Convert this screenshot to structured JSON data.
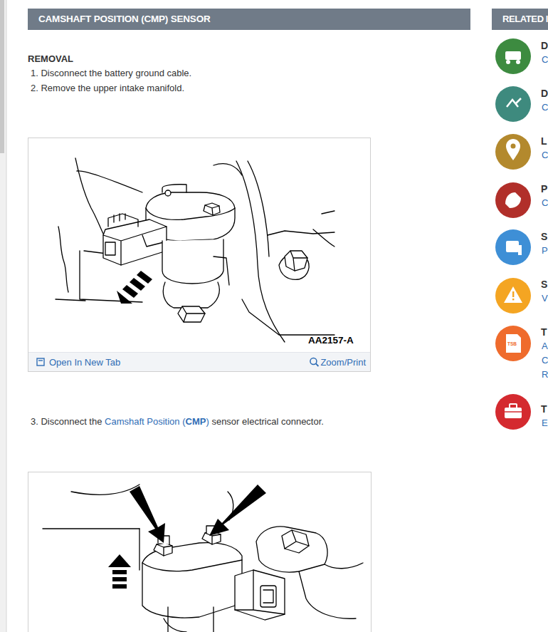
{
  "diagram": {
    "title": "CAMSHAFT POSITION (CMP) SENSOR",
    "nodes": [
      {
        "text": [
          "AA2157-A"
        ]
      },
      {
        "text": [
          "Open In New Tab",
          "Zoom/Print"
        ],
        "in": 0
      },
      {
        "text": [
          "RELATED I"
        ]
      }
    ],
    "labels": [
      "REMOVAL",
      "1. Disconnect the battery ground cable.",
      "2. Remove the upper intake manifold.",
      "3. Disconnect the",
      "Camshaft Position",
      "(",
      "CMP",
      ")",
      "sensor electrical connector.",
      "D",
      "C",
      "D",
      "C",
      "L",
      "C",
      "P",
      "C",
      "S",
      "P",
      "S",
      "V",
      "TSB",
      "T",
      "A",
      "C",
      "R",
      "T",
      "E"
    ]
  }
}
